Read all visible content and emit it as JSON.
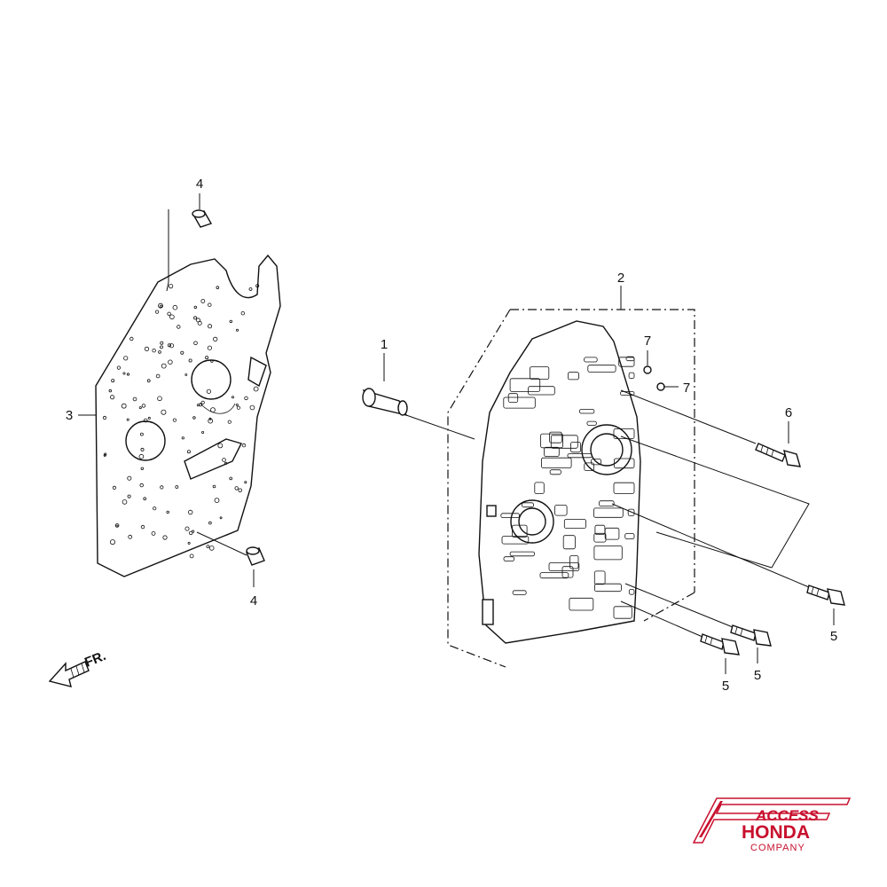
{
  "callouts": {
    "c1": "1",
    "c2": "2",
    "c3": "3",
    "c4_top": "4",
    "c4_bottom": "4",
    "c5_a": "5",
    "c5_b": "5",
    "c5_c": "5",
    "c6": "6",
    "c7_a": "7",
    "c7_b": "7"
  },
  "front_indicator": {
    "label": "FR."
  },
  "logo": {
    "line1": "ACCESS",
    "line2": "HONDA",
    "line3": "COMPANY",
    "color": "#c8102e"
  }
}
